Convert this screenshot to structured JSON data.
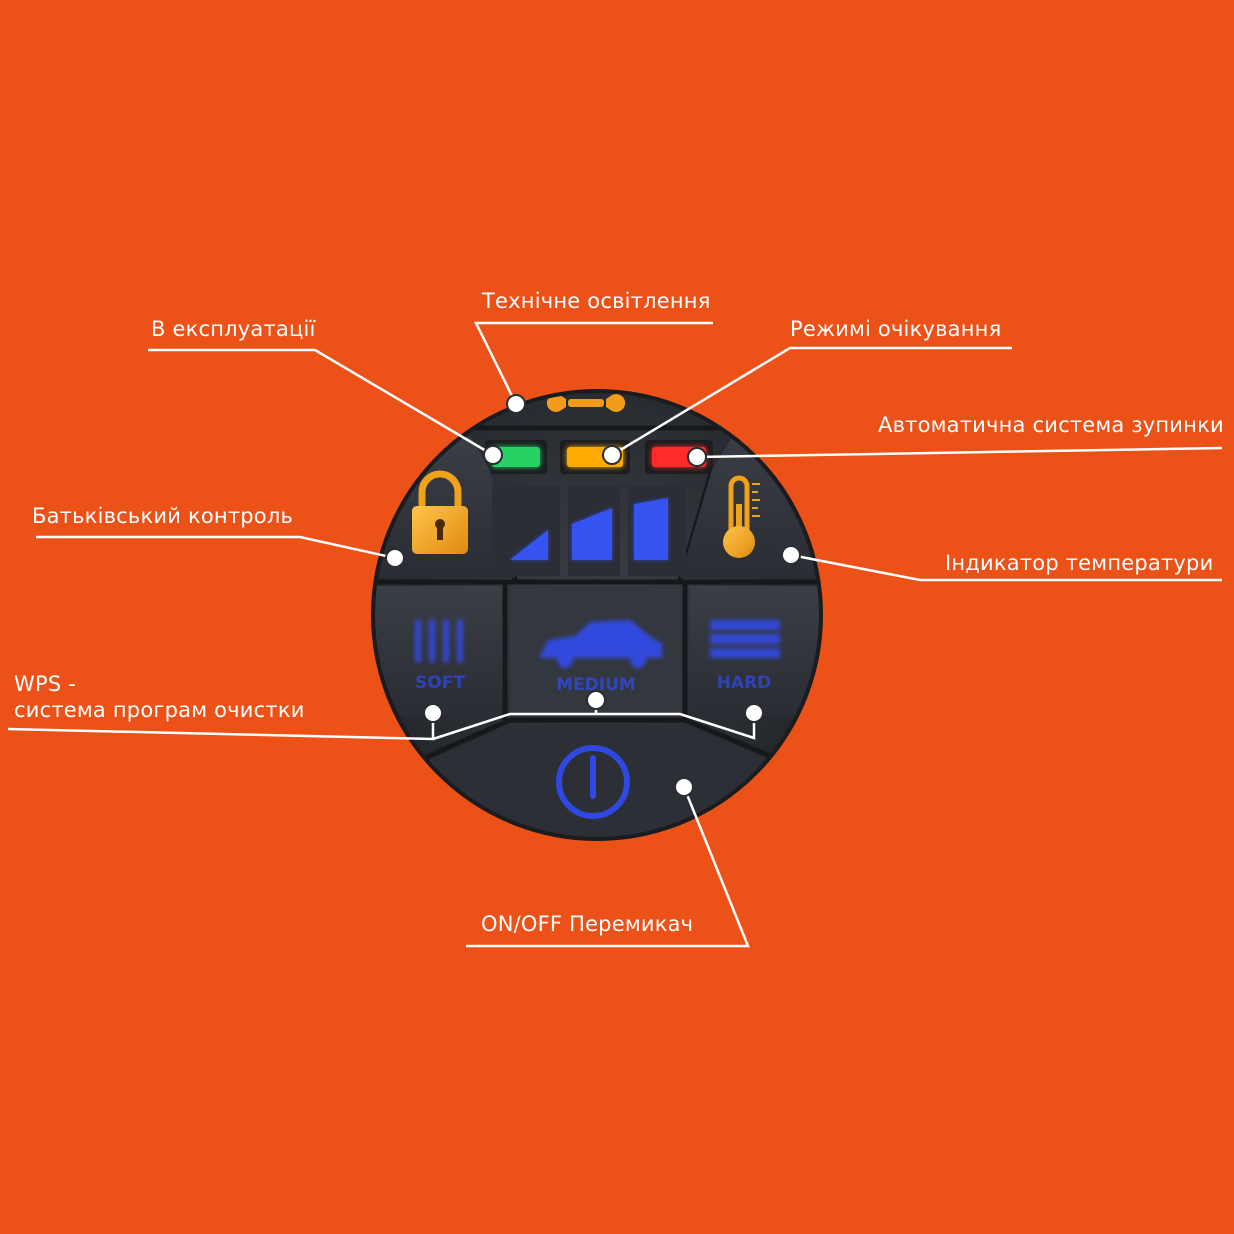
{
  "colors": {
    "background": "#ec5118",
    "callout": "#ffffff",
    "panel": "#2b2e33",
    "button_blue": "#2f48d9",
    "led_green": "#28d264",
    "led_amber": "#ffaa00",
    "led_red": "#ff2a2a",
    "icon_amber": "#f0a21a"
  },
  "callouts": {
    "in_operation": "В експлуатації",
    "technical_lighting": "Технічне освітлення",
    "standby_mode": "Режимі очікування",
    "auto_stop": "Автоматична система зупинки",
    "parental_control": "Батьківський контроль",
    "temperature_indicator": "Індикатор температури",
    "wps_line1": "WPS -",
    "wps_line2": "система програм очистки",
    "on_off": "ON/OFF Перемикач"
  },
  "panel": {
    "icons": [
      "wrench-icon",
      "padlock-icon",
      "thermometer-icon",
      "power-icon",
      "car-icon",
      "pressure-bars-icon"
    ],
    "leds": [
      "green",
      "amber",
      "red"
    ],
    "program_buttons": {
      "soft": "SOFT",
      "medium": "MEDIUM",
      "hard": "HARD"
    }
  }
}
